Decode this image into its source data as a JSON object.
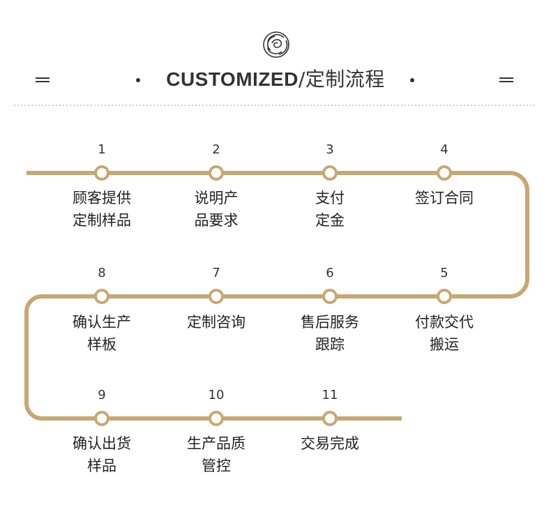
{
  "header": {
    "title_en": "CUSTOMIZED",
    "title_zh": "/定制流程"
  },
  "colors": {
    "track": "#c8a772",
    "node_fill": "#ffffff",
    "text": "#222222",
    "dots": "#cccccc"
  },
  "steps": [
    {
      "number": "1",
      "line1": "顾客提供",
      "line2": "定制样品"
    },
    {
      "number": "2",
      "line1": "说明产",
      "line2": "品要求"
    },
    {
      "number": "3",
      "line1": "支付",
      "line2": "定金"
    },
    {
      "number": "4",
      "line1": "签订合同",
      "line2": ""
    },
    {
      "number": "5",
      "line1": "付款交代",
      "line2": "搬运"
    },
    {
      "number": "6",
      "line1": "售后服务",
      "line2": "跟踪"
    },
    {
      "number": "7",
      "line1": "定制咨询",
      "line2": ""
    },
    {
      "number": "8",
      "line1": "确认生产",
      "line2": "样板"
    },
    {
      "number": "9",
      "line1": "确认出货",
      "line2": "样品"
    },
    {
      "number": "10",
      "line1": "生产品质",
      "line2": "管控"
    },
    {
      "number": "11",
      "line1": "交易完成",
      "line2": ""
    }
  ]
}
